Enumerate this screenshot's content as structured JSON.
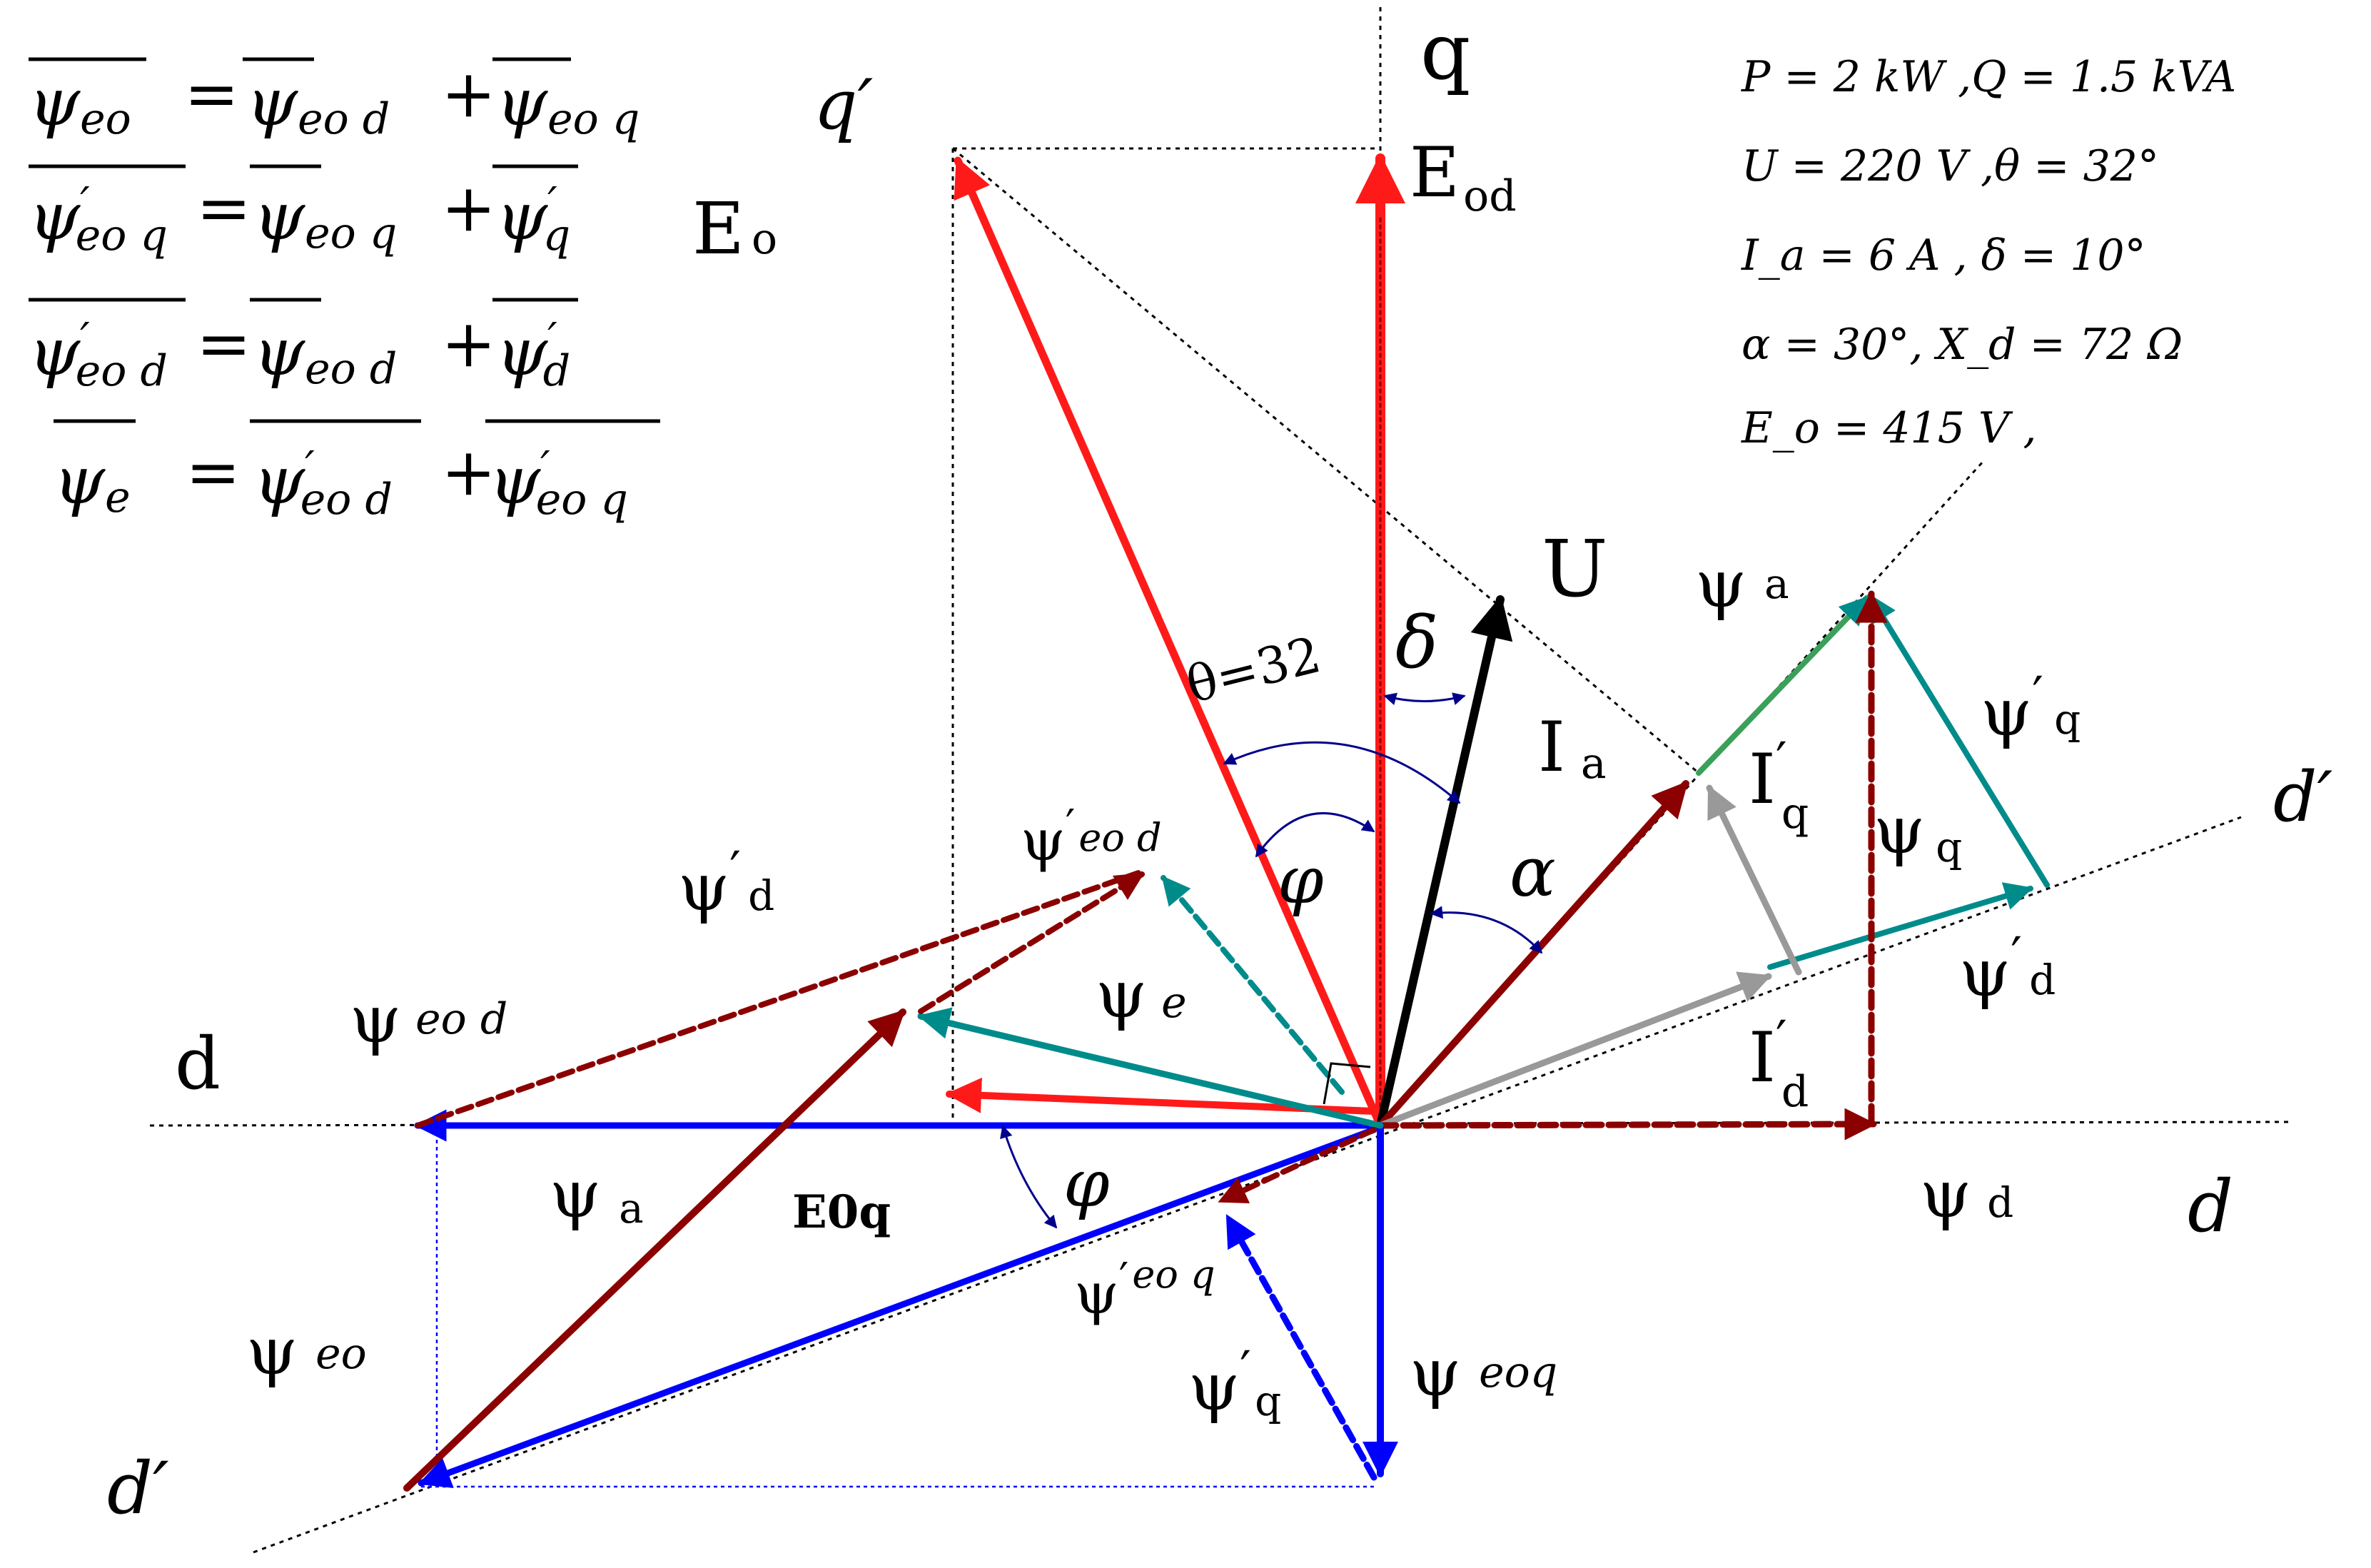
{
  "equations": [
    {
      "lhs": "ψ",
      "lhs_sub": "eo",
      "lhs_prime": "",
      "t1": "ψ",
      "t1_sub": "eo d",
      "t1_prime": "",
      "t2": "ψ",
      "t2_sub": "eo q",
      "t2_prime": ""
    },
    {
      "lhs": "ψ",
      "lhs_sub": "eo q",
      "lhs_prime": "′",
      "t1": "ψ",
      "t1_sub": "eo q",
      "t1_prime": "",
      "t2": "ψ",
      "t2_sub": "q",
      "t2_prime": "′"
    },
    {
      "lhs": "ψ",
      "lhs_sub": "eo d",
      "lhs_prime": "′",
      "t1": "ψ",
      "t1_sub": "eo d",
      "t1_prime": "",
      "t2": "ψ",
      "t2_sub": "d",
      "t2_prime": "′"
    },
    {
      "lhs": "ψ",
      "lhs_sub": "e",
      "lhs_prime": "",
      "t1": "ψ",
      "t1_sub": "eo d",
      "t1_prime": "′",
      "t2": "ψ",
      "t2_sub": "eo q",
      "t2_prime": "′"
    }
  ],
  "params": [
    "P = 2  kW ,Q = 1.5 kVA",
    "U = 220 V  ,θ = 32°",
    "I_a = 6  A , δ = 10°",
    " α = 30°, X_d = 72 Ω",
    "E_o = 415 V ,"
  ],
  "labels": {
    "q_axis": "q",
    "q_prime": "q′",
    "d_axis_left": "d",
    "d_axis_right": "d",
    "d_prime_left": "d′",
    "d_prime_right": "d′",
    "E_o": "E",
    "E_o_sub": "o",
    "E_od": "E",
    "E_od_sub": "od",
    "E_0q": "E0q",
    "U": "U",
    "delta": "δ",
    "theta": "θ=32",
    "phi_upper": "φ",
    "phi_lower": "φ",
    "alpha": "α",
    "I_a": "I",
    "I_a_sub": "a",
    "I_q_prime": "I",
    "I_q_prime_sup": "′",
    "I_q_prime_sub": "q",
    "I_d_prime": "I",
    "I_d_prime_sup": "′",
    "I_d_prime_sub": "d",
    "psi_a_top": "ψ",
    "psi_a_top_sub": "a",
    "psi_a_left": "ψ",
    "psi_a_left_sub": "a",
    "psi_q_prime_right": "ψ",
    "psi_q_prime_right_sup": "′",
    "psi_q_prime_right_sub": "q",
    "psi_q": "ψ",
    "psi_q_sub": "q",
    "psi_d_prime_right": "ψ",
    "psi_d_prime_right_sup": "′",
    "psi_d_prime_right_sub": "d",
    "psi_d": "ψ",
    "psi_d_sub": "d",
    "psi_eod_prime": "ψ",
    "psi_eod_prime_sup": "′",
    "psi_eod_prime_sub": "eo d",
    "psi_d_prime_left": "ψ",
    "psi_d_prime_left_sup": "′",
    "psi_d_prime_left_sub": "d",
    "psi_eod": "ψ",
    "psi_eod_sub": "eo d",
    "psi_e": "ψ",
    "psi_e_sub": "e",
    "psi_eo": "ψ",
    "psi_eo_sub": "eo",
    "psi_eoq_prime": "ψ",
    "psi_eoq_prime_sup": "′",
    "psi_eoq_prime_sub": "eo q",
    "psi_q_prime_lower": "ψ",
    "psi_q_prime_lower_sup": "′",
    "psi_q_prime_lower_sub": "q",
    "psi_eoq": "ψ",
    "psi_eoq_sub": "eoq"
  },
  "colors": {
    "red": "#ff1a1a",
    "dark_red": "#8b0000",
    "blue": "#0000ff",
    "teal": "#008b8b",
    "black": "#000000",
    "gray": "#999999",
    "navy": "#00008b",
    "green": "#3aa05a"
  }
}
